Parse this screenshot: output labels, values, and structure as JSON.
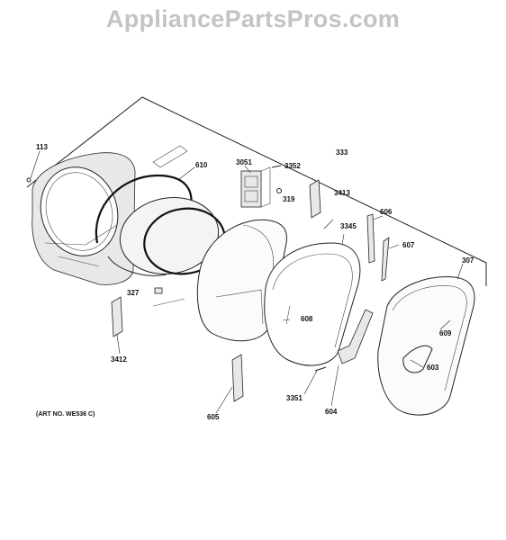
{
  "watermark": "AppliancePartsPros.com",
  "art_number": "(ART NO. WE536 C)",
  "labels": {
    "p113": "113",
    "p610": "610",
    "p3051": "3051",
    "p3352": "3352",
    "p333": "333",
    "p319": "319",
    "p3413": "3413",
    "p3345": "3345",
    "p606": "606",
    "p607": "607",
    "p307": "307",
    "p327": "327",
    "p608": "608",
    "p609": "609",
    "p3412": "3412",
    "p603": "603",
    "p3351": "3351",
    "p605": "605",
    "p604": "604"
  }
}
